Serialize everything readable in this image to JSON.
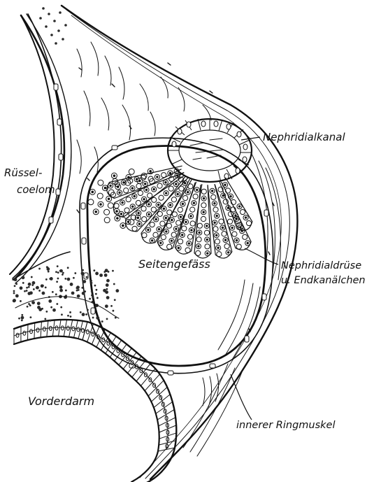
{
  "labels": {
    "nephridialkanal": "Nephridialkanal",
    "ruessel_line1": "Rüssel-",
    "ruessel_line2": "coelom",
    "seitengefaess": "Seitengefäss",
    "nephridialdruese_line1": "Nephridialdrüse",
    "nephridialdruese_line2": "u. Endkanälchen",
    "vorderdarm": "Vorderdarm",
    "ringmuskel": "innerer Ringmuskel"
  },
  "colors": {
    "ink": "#111111",
    "paper": "#ffffff",
    "stipple": "#2a2a2a"
  }
}
